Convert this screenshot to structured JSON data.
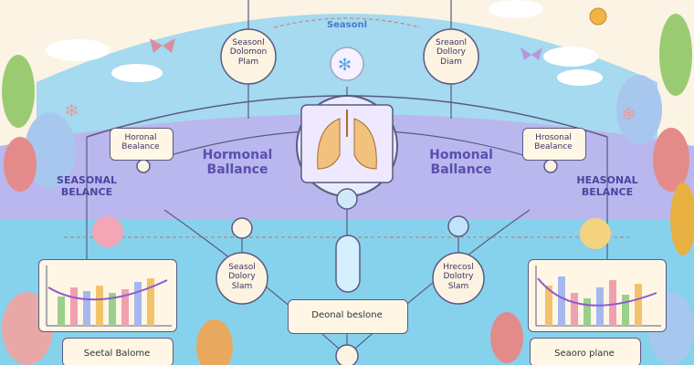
{
  "top_label": "Seasonl",
  "upper_left_node": "Seasonl\nDolomon\nPlam",
  "upper_right_node": "Sreaonl\nDollory\nDiam",
  "mid_left_small": "Horonal\nBealance",
  "mid_right_small": "Hrosonal\nBealance",
  "title_left": "Hormonal\nBallance",
  "title_right": "Homonal\nBallance",
  "side_left": "SEASONAL\nBELANCE",
  "side_right": "HEASONAL\nBELANCE",
  "lower_left_node": "Seasol\nDolory\nSlam",
  "lower_right_node": "Hrecosl\nDolotry\nSlam",
  "center_box": "Deonal beslone",
  "bottom_left_box": "Seetal Balome",
  "bottom_right_box": "Seaoro plane",
  "colors": {
    "sky": "#9fd6ee",
    "purple_band": "#b3b3ec",
    "water": "#7fd0ea",
    "outline": "#5b5a80",
    "node_fill": "#fdf3e3"
  }
}
